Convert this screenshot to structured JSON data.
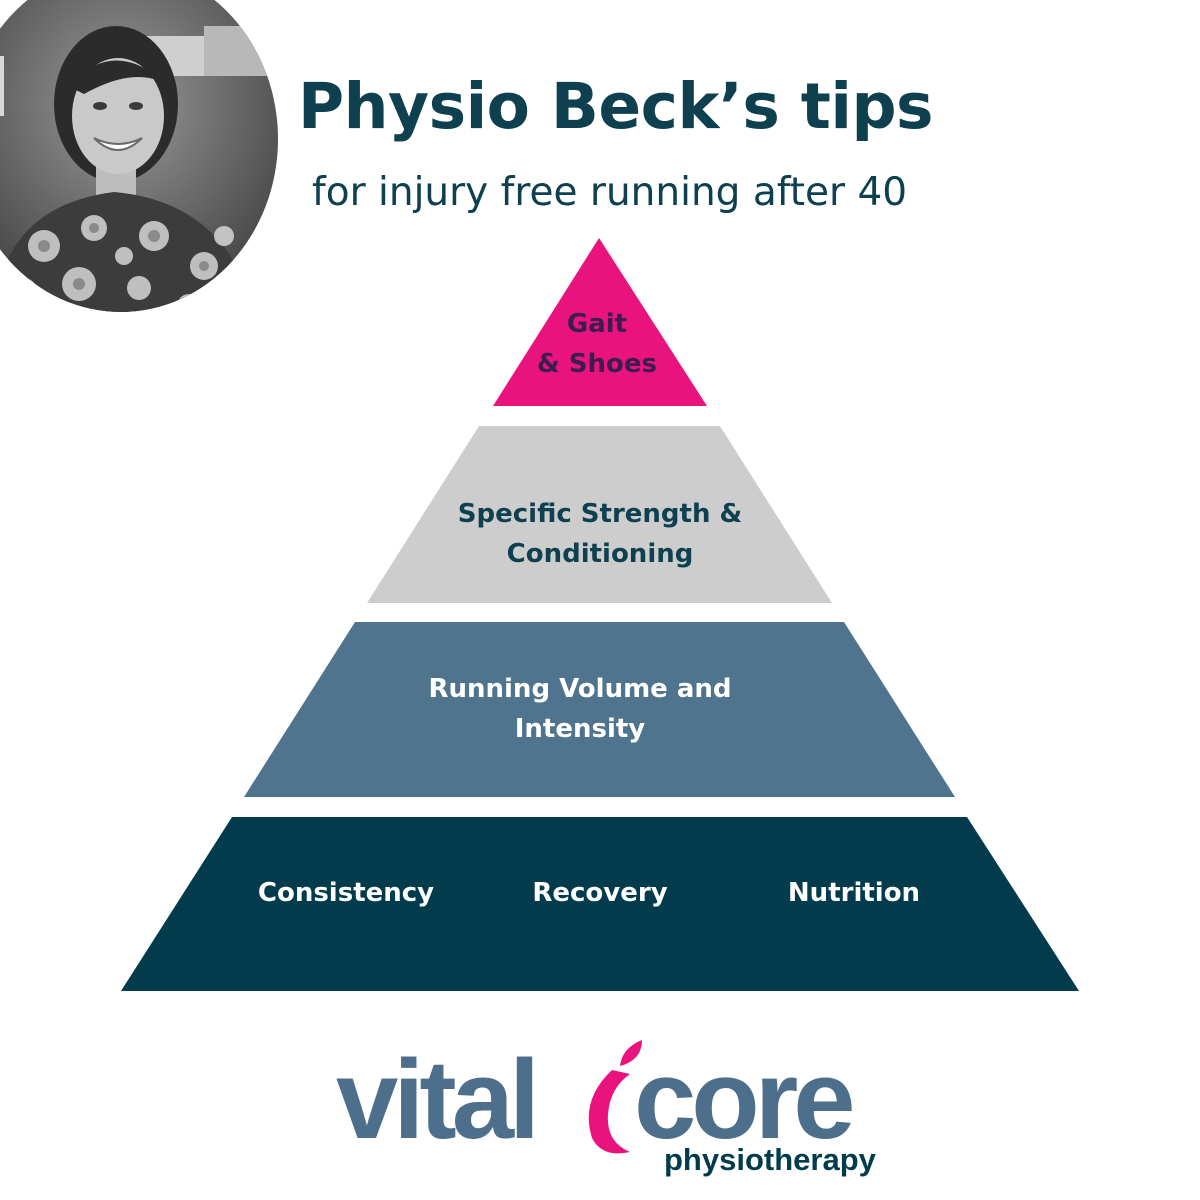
{
  "header": {
    "title": "Physio Beck’s tips",
    "subtitle": "for injury free running after 40"
  },
  "pyramid": {
    "tiers": [
      {
        "lines": [
          "Gait",
          "& Shoes"
        ],
        "color": "#e8137d",
        "text_color": "#3b1d4f"
      },
      {
        "lines": [
          "Specific Strength &",
          "Conditioning"
        ],
        "color": "#cdcdcd",
        "text_color": "#0f4050"
      },
      {
        "lines": [
          "Running Volume and",
          "Intensity"
        ],
        "color": "#50748e",
        "text_color": "#ffffff"
      },
      {
        "items": [
          "Consistency",
          "Recovery",
          "Nutrition"
        ],
        "color": "#023c4c",
        "text_color": "#ffffff"
      }
    ]
  },
  "logo": {
    "word_1": "vital",
    "word_2": "core",
    "tagline": "physiotherapy",
    "colors": {
      "word": "#4e6f8b",
      "accent": "#e8137d",
      "tagline": "#023c4c"
    }
  },
  "colors": {
    "title": "#0f4050",
    "accent_pink": "#e8137d",
    "slate_blue": "#50748e",
    "navy": "#023c4c",
    "grey": "#cdcdcd"
  }
}
